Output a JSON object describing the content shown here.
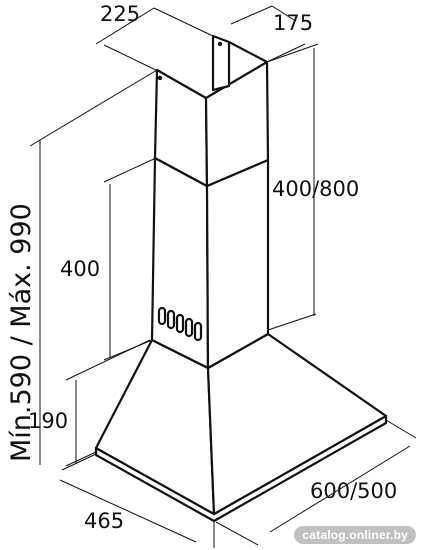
{
  "dimensions": {
    "chimney_depth": "225",
    "chimney_width": "175",
    "upper_chimney_height": "400/800",
    "lower_chimney_height": "400",
    "total_height": "Mín.590 / Máx. 990",
    "canopy_height": "190",
    "canopy_depth": "465",
    "canopy_width": "600/500"
  },
  "watermark": "catalog.onliner.by",
  "colors": {
    "line": "#111111",
    "background": "#ffffff"
  }
}
